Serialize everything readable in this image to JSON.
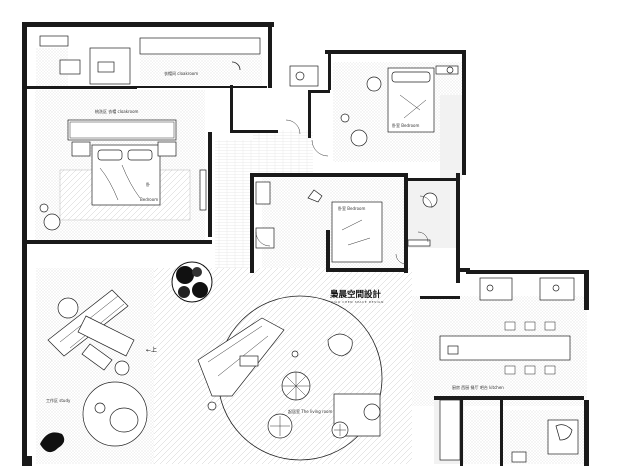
{
  "brand": {
    "name": "梟晨空間設計",
    "subtitle": "XIAO CHEN SPACE DESIGN"
  },
  "rooms": {
    "cloakroom_top": "衣帽间 cloakroom",
    "master_bedroom_zone": "梳洗区 衣帽 cloakroom",
    "master_bedroom_cn": "卧",
    "master_bedroom_en": "Bedroom",
    "bedroom_ne": "卧室 Bedroom",
    "bedroom_mid": "卧室 Bedroom",
    "study": "工作区 study",
    "living": "起居室 The living room",
    "kitchen": "厨房 西厨 餐厅 吧台 kitchen"
  },
  "annotations": {
    "stair_up": "←上"
  },
  "colors": {
    "wall": "#1a1a1a",
    "hatch": "#bdbdbd",
    "background": "#ffffff"
  }
}
